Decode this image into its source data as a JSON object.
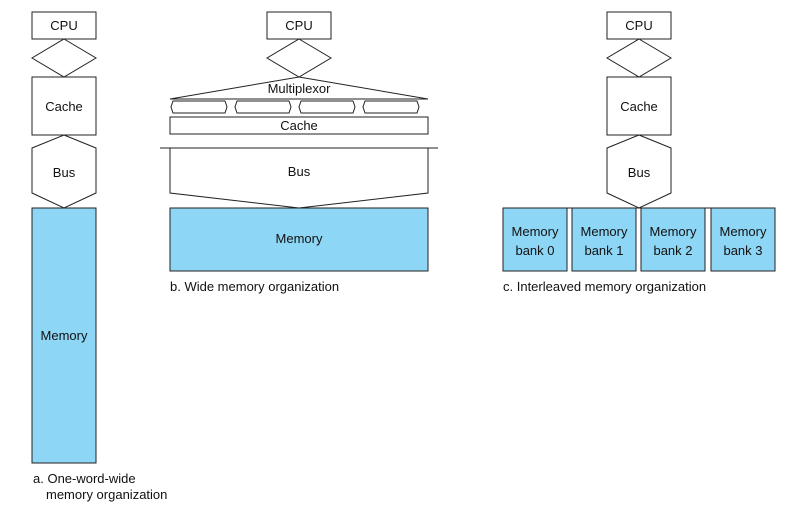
{
  "colors": {
    "memory_fill": "#8ed6f5",
    "stroke": "#222222"
  },
  "a": {
    "cpu": "CPU",
    "cache": "Cache",
    "bus": "Bus",
    "memory": "Memory",
    "caption_line1": "a. One-word-wide",
    "caption_line2": "memory organization"
  },
  "b": {
    "cpu": "CPU",
    "multiplexor": "Multiplexor",
    "cache": "Cache",
    "bus": "Bus",
    "memory": "Memory",
    "caption": "b. Wide memory organization"
  },
  "c": {
    "cpu": "CPU",
    "cache": "Cache",
    "bus": "Bus",
    "banks": [
      {
        "line1": "Memory",
        "line2": "bank 0"
      },
      {
        "line1": "Memory",
        "line2": "bank 1"
      },
      {
        "line1": "Memory",
        "line2": "bank 2"
      },
      {
        "line1": "Memory",
        "line2": "bank 3"
      }
    ],
    "caption": "c. Interleaved memory organization"
  }
}
